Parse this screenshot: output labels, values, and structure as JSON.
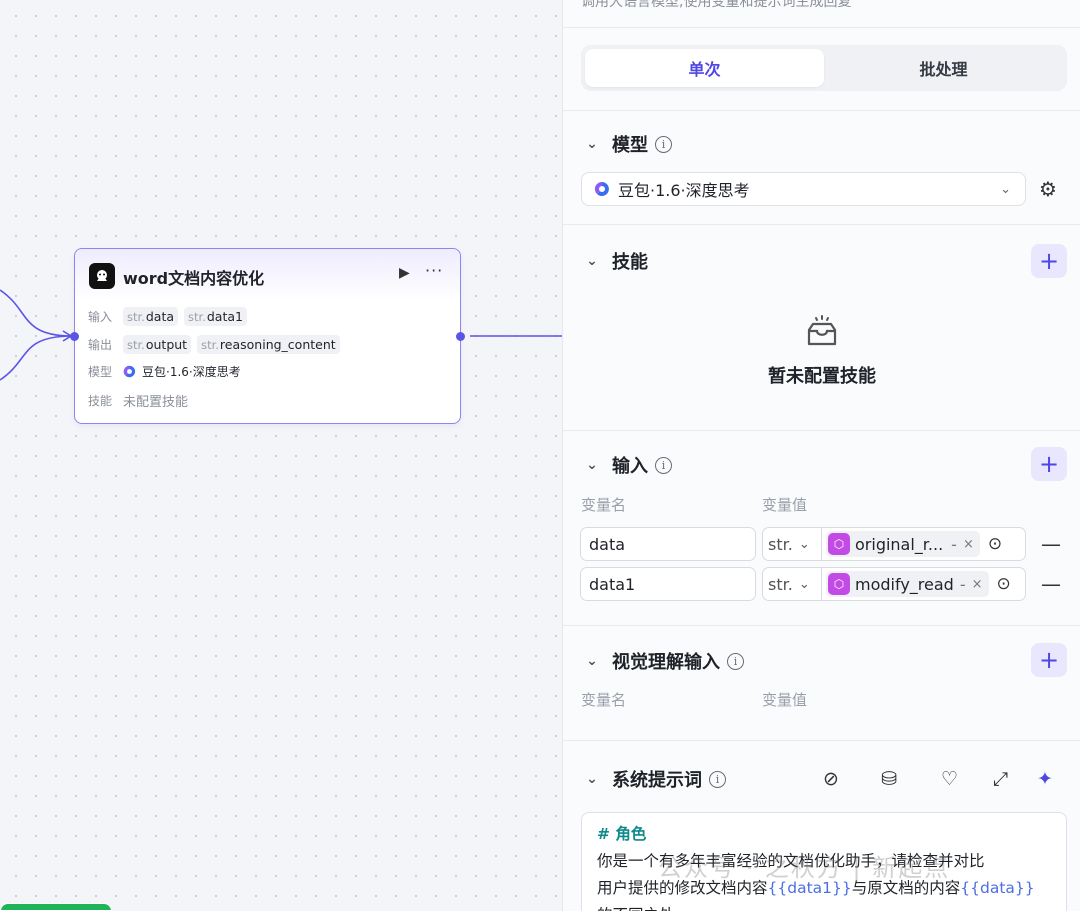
{
  "canvas": {
    "node": {
      "title": "word文档内容优化",
      "input_label": "输入",
      "inputs": [
        {
          "type": "str.",
          "name": "data"
        },
        {
          "type": "str.",
          "name": "data1"
        }
      ],
      "output_label": "输出",
      "outputs": [
        {
          "type": "str.",
          "name": "output"
        },
        {
          "type": "str.",
          "name": "reasoning_content"
        }
      ],
      "model_label": "模型",
      "model_value": "豆包·1.6·深度思考",
      "skill_label": "技能",
      "skill_value": "未配置技能"
    }
  },
  "panel": {
    "description": "调用大语言模型,使用变量和提示词生成回复",
    "tabs": {
      "single": "单次",
      "batch": "批处理"
    },
    "model_section": {
      "title": "模型",
      "selected": "豆包·1.6·深度思考"
    },
    "skill_section": {
      "title": "技能",
      "empty_text": "暂未配置技能"
    },
    "input_section": {
      "title": "输入",
      "col_name": "变量名",
      "col_value": "变量值",
      "rows": [
        {
          "name": "data",
          "type": "str.",
          "ref": "original_r...",
          "sep": "-"
        },
        {
          "name": "data1",
          "type": "str.",
          "ref": "modify_read",
          "sep": "-"
        }
      ]
    },
    "vision_section": {
      "title": "视觉理解输入",
      "col_name": "变量名",
      "col_value": "变量值"
    },
    "prompt_section": {
      "title": "系统提示词",
      "content_heading": "# 角色",
      "line1": "你是一个有多年丰富经验的文档优化助手，请检查并对比",
      "line2_a": "用户提供的修改文档内容",
      "line2_var1": "{{data1}}",
      "line2_b": "与原文档的内容",
      "line2_var2": "{{data}}",
      "line3": "的不同之处"
    },
    "watermark": "公众号 · 之秋方 | 新起点"
  },
  "colors": {
    "accent": "#4e46e5",
    "edge": "#5b55e6",
    "ref_icon": "#c34be5"
  }
}
